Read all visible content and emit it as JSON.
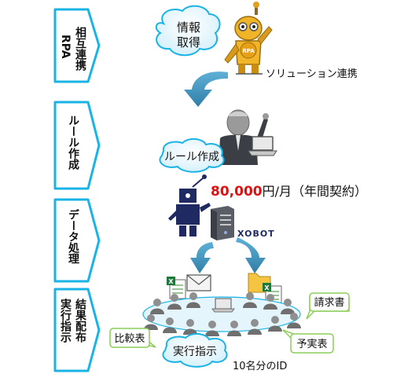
{
  "steps": {
    "s1": {
      "l1": "相互連携",
      "l2": "RPA"
    },
    "s2": {
      "l1": "ルール作成"
    },
    "s3": {
      "l1": "データ処理"
    },
    "s4": {
      "l1": "結果配布",
      "l2": "実行指示"
    }
  },
  "robot_badge": "RPA",
  "info_bubble": {
    "line1": "情報",
    "line2": "取得"
  },
  "solution_link": "ソリューション連携",
  "rule_bubble": "ルール作成",
  "price": {
    "amount": "80,000",
    "unit": "円/月（年間契約）"
  },
  "logo": "XOBOT",
  "callouts": {
    "invoice": "請求書",
    "comparison": "比較表",
    "budget": "予実表"
  },
  "exec_bubble": "実行指示",
  "id_count": "10名分のID",
  "colors": {
    "accent": "#1ab3e5",
    "arrow": "#3a8fb8",
    "price": "#e01010",
    "cloud": "#d9f2fb",
    "callout_border": "#8ccd5a"
  }
}
